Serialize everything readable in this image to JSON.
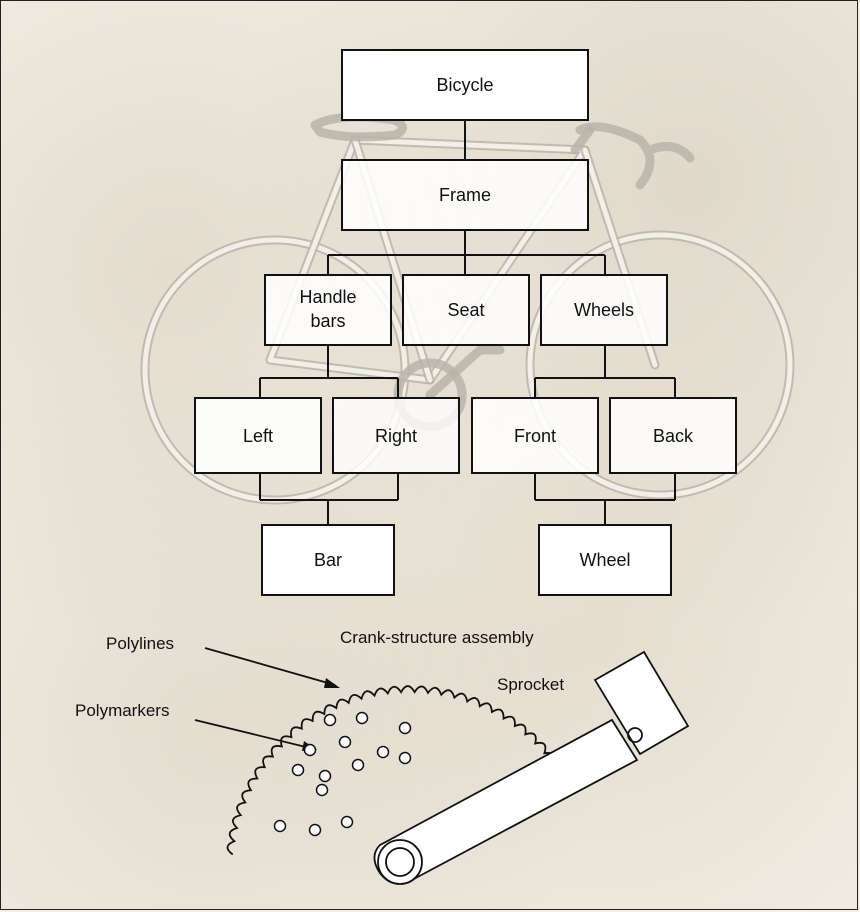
{
  "tree": {
    "root": "Bicycle",
    "frame": "Frame",
    "level2": [
      "Handle bars",
      "Seat",
      "Wheels"
    ],
    "level3": [
      "Left",
      "Right",
      "Front",
      "Back"
    ],
    "level4": [
      "Bar",
      "Wheel"
    ]
  },
  "crank": {
    "title": "Crank-structure assembly",
    "polylines_label": "Polylines",
    "polymarkers_label": "Polymarkers",
    "sprocket_label": "Sprocket"
  }
}
